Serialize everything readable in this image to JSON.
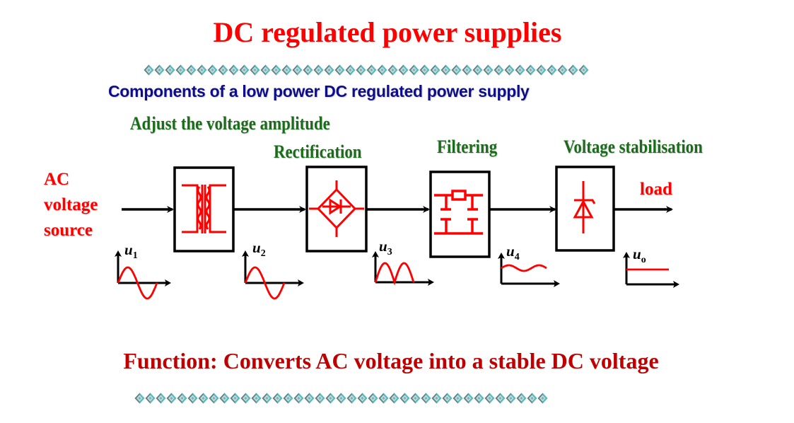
{
  "title": "DC regulated power supplies",
  "subtitle": "Components of a low power DC regulated power supply",
  "source_label": [
    "AC",
    "voltage",
    "source"
  ],
  "load_label": "load",
  "stages": [
    {
      "label": "Adjust the voltage amplitude",
      "block": "transformer",
      "icon": "transformer-icon"
    },
    {
      "label": "Rectification",
      "block": "bridge-rectifier",
      "icon": "bridge-rectifier-icon"
    },
    {
      "label": "Filtering",
      "block": "filter",
      "icon": "capacitor-filter-icon"
    },
    {
      "label": "Voltage stabilisation",
      "block": "zener-regulator",
      "icon": "zener-diode-icon"
    }
  ],
  "waveforms": [
    {
      "var": "u",
      "sub": "1",
      "shape": "sine"
    },
    {
      "var": "u",
      "sub": "2",
      "shape": "sine"
    },
    {
      "var": "u",
      "sub": "3",
      "shape": "full-wave-rectified"
    },
    {
      "var": "u",
      "sub": "4",
      "shape": "rippled-dc"
    },
    {
      "var": "u",
      "sub": "o",
      "shape": "flat-dc"
    }
  ],
  "function_text": "Function: Converts AC voltage into a stable DC voltage",
  "colors": {
    "title": "#ff0000",
    "subtitle": "#0d0d8c",
    "stage_label": "#1a6b1a",
    "component": "#ff0000",
    "function_text": "#c00000",
    "diamond_teal": "#5bbcc0",
    "diamond_gray": "#6e6e6e"
  },
  "decor": {
    "top_diamonds": 42,
    "bottom_diamonds": 39
  }
}
